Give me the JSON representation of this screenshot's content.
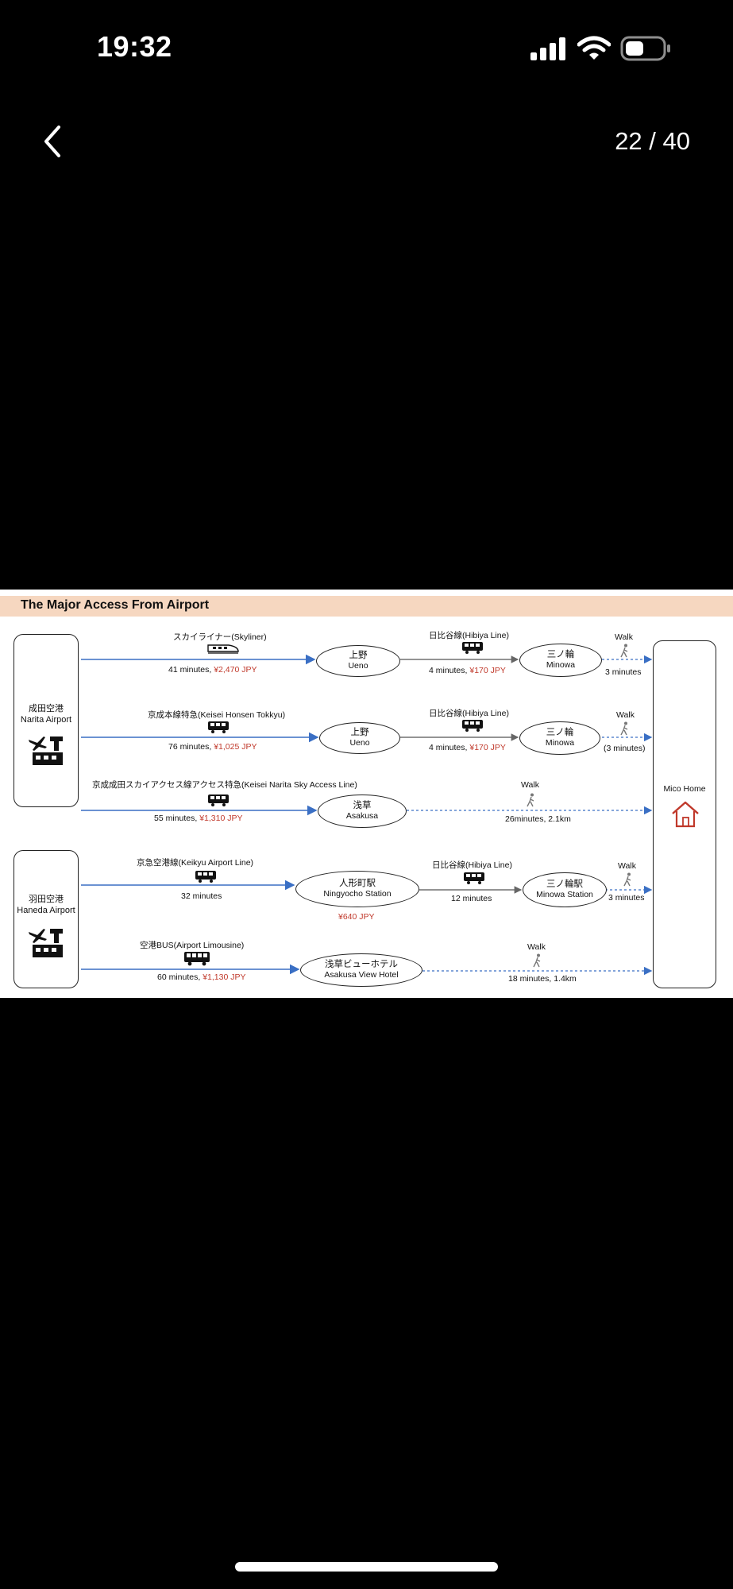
{
  "status_bar": {
    "time": "19:32"
  },
  "viewer": {
    "page_counter": "22 / 40"
  },
  "doc": {
    "title": "The Major Access From Airport",
    "airports": {
      "narita": {
        "jp": "成田空港",
        "en": "Narita Airport"
      },
      "haneda": {
        "jp": "羽田空港",
        "en": "Haneda Airport"
      }
    },
    "destination": "Mico Home",
    "routes": {
      "r1": {
        "line": "スカイライナー(Skyliner)",
        "duration": "41 minutes,",
        "price": "¥2,470 JPY",
        "station1": {
          "jp": "上野",
          "en": "Ueno"
        },
        "transfer_line": "日比谷線(Hibiya Line)",
        "transfer_duration": "4 minutes,",
        "transfer_price": "¥170 JPY",
        "station2": {
          "jp": "三ノ輪",
          "en": "Minowa"
        },
        "walk": "Walk",
        "walk_time": "3 minutes"
      },
      "r2": {
        "line": "京成本線特急(Keisei Honsen Tokkyu)",
        "duration": "76 minutes,",
        "price": "¥1,025 JPY",
        "station1": {
          "jp": "上野",
          "en": "Ueno"
        },
        "transfer_line": "日比谷線(Hibiya Line)",
        "transfer_duration": "4 minutes,",
        "transfer_price": "¥170 JPY",
        "station2": {
          "jp": "三ノ輪",
          "en": "Minowa"
        },
        "walk": "Walk",
        "walk_time": "(3 minutes)"
      },
      "r3": {
        "line": "京成成田スカイアクセス線アクセス特急(Keisei Narita Sky Access Line)",
        "duration": "55 minutes,",
        "price": "¥1,310 JPY",
        "station1": {
          "jp": "浅草",
          "en": "Asakusa"
        },
        "walk": "Walk",
        "walk_time": "26minutes, 2.1km"
      },
      "r4": {
        "line": "京急空港線(Keikyu Airport Line)",
        "duration": "32 minutes",
        "station1": {
          "jp": "人形町駅",
          "en": "Ningyocho Station"
        },
        "price": "¥640 JPY",
        "transfer_line": "日比谷線(Hibiya Line)",
        "transfer_duration": "12 minutes",
        "station2": {
          "jp": "三ノ輪駅",
          "en": "Minowa Station"
        },
        "walk": "Walk",
        "walk_time": "3 minutes"
      },
      "r5": {
        "line": "空港BUS(Airport Limousine)",
        "duration": "60 minutes,",
        "price": "¥1,130 JPY",
        "station1": {
          "jp": "浅草ビューホテル",
          "en": "Asakusa View Hotel"
        },
        "walk": "Walk",
        "walk_time": "18 minutes, 1.4km"
      }
    }
  },
  "colors": {
    "accent_price": "#c0392b",
    "arrow_blue": "#3a6fc4",
    "header_band": "#f6d7c0"
  }
}
